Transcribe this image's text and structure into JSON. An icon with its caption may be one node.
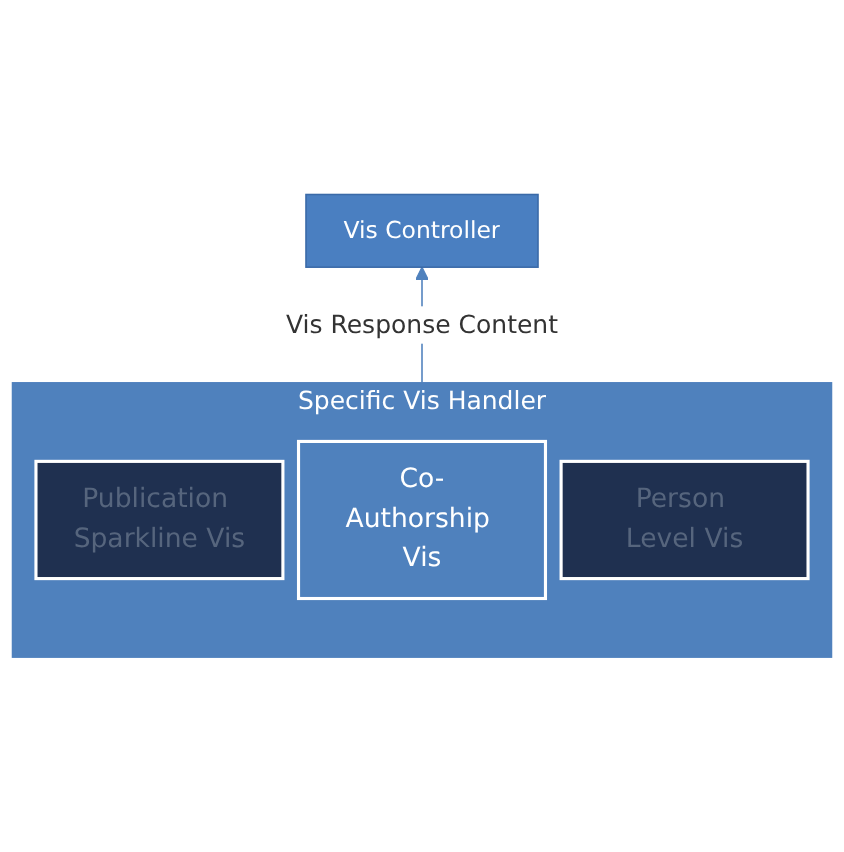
{
  "diagram": {
    "nodes": [
      {
        "text": [
          "Vis Controller"
        ]
      },
      {
        "text": [
          "Specific Vis Handler"
        ]
      },
      {
        "text": [
          "Publication Sparkline Vis"
        ],
        "in": 1
      },
      {
        "text": [
          "Co-Authorship Vis"
        ],
        "in": 1
      },
      {
        "text": [
          "Person Level Vis"
        ],
        "in": 1
      }
    ],
    "edges": [
      {
        "from": 1,
        "to": 0,
        "arrow": "to",
        "label": "Vis Response Content"
      }
    ]
  }
}
